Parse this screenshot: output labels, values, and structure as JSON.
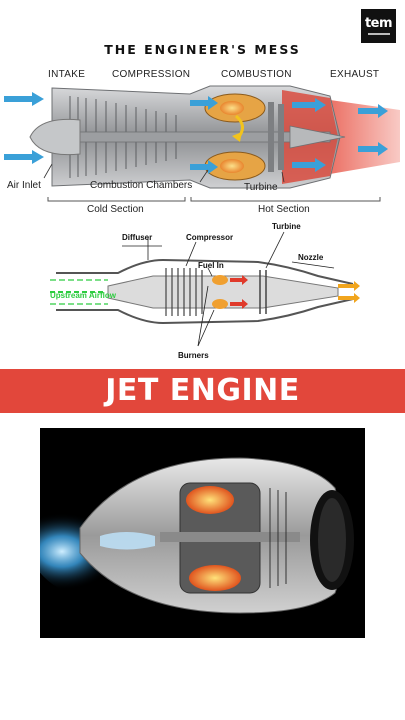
{
  "brand": {
    "logo_text": "tem"
  },
  "title": "THE ENGINEER'S MESS",
  "diagram1": {
    "sections": [
      "INTAKE",
      "COMPRESSION",
      "COMBUSTION",
      "EXHAUST"
    ],
    "labels": {
      "air_inlet": "Air Inlet",
      "combustion_chambers": "Combustion Chambers",
      "turbine": "Turbine",
      "cold_section": "Cold Section",
      "hot_section": "Hot Section"
    },
    "colors": {
      "flow_cold": "#3aa0d8",
      "flow_hot": "#e24a3b",
      "casing": "#a7a9ab",
      "combustion": "#f2a33a"
    }
  },
  "diagram2": {
    "labels": {
      "diffuser": "Diffuser",
      "compressor": "Compressor",
      "turbine": "Turbine",
      "fuel_in": "Fuel In",
      "nozzle": "Nozzle",
      "upstream_airflow": "Upstream Airflow",
      "burners": "Burners"
    },
    "colors": {
      "airflow": "#2ecc40"
    }
  },
  "banner": {
    "text": "JET ENGINE",
    "color": "#e2473b"
  }
}
